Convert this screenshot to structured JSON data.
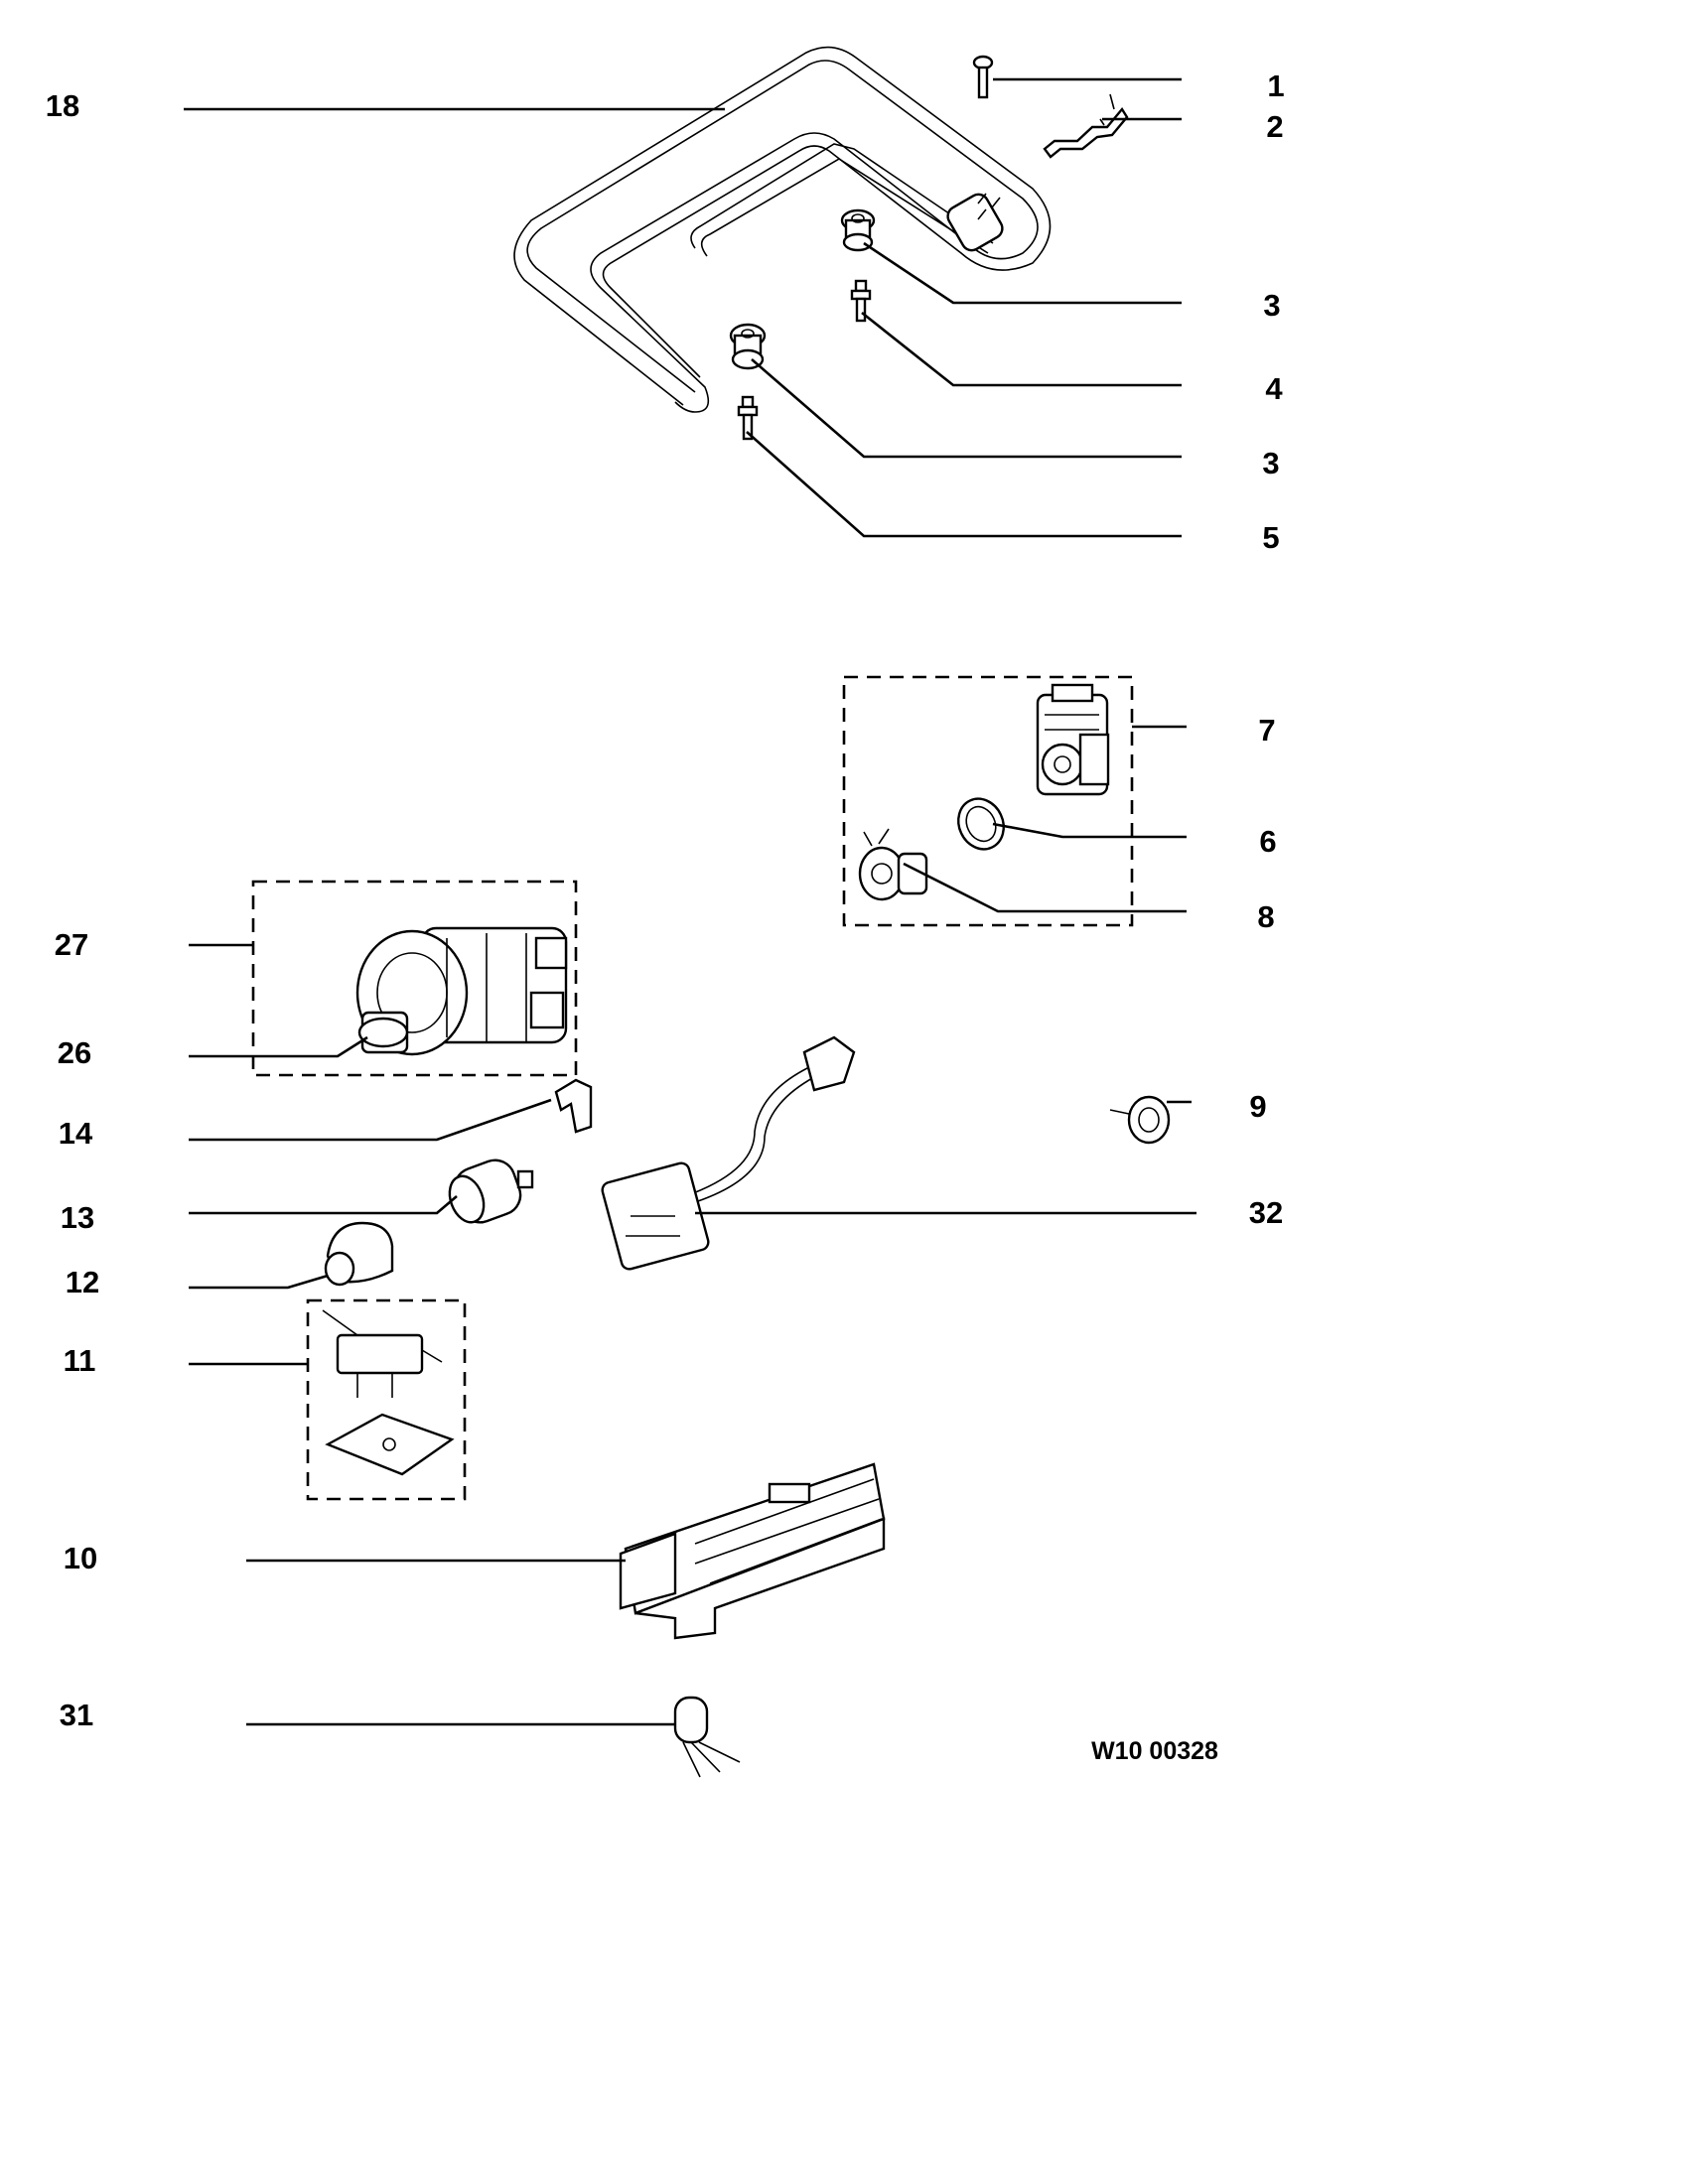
{
  "diagram_code": "W10 00328",
  "callouts": {
    "c1": "1",
    "c2": "2",
    "c3a": "3",
    "c4": "4",
    "c3b": "3",
    "c5": "5",
    "c18": "18",
    "c7": "7",
    "c6": "6",
    "c8": "8",
    "c27": "27",
    "c26": "26",
    "c9": "9",
    "c14": "14",
    "c13": "13",
    "c32": "32",
    "c12": "12",
    "c11": "11",
    "c10": "10",
    "c31": "31"
  },
  "parts": {
    "p1": "screw",
    "p2": "clip",
    "p3": "grommet",
    "p4": "bolt",
    "p5": "bolt",
    "p18": "heating-element",
    "p7": "drain-pump",
    "p6": "o-ring",
    "p8": "thermostat",
    "p27": "circulation-pump-assembly",
    "p26": "pump-outlet",
    "p9": "bushing",
    "p14": "holder",
    "p13": "motor",
    "p32": "cable-with-plug",
    "p12": "cap",
    "p11": "switch-assembly",
    "p10": "terminal-block",
    "p31": "capacitor"
  }
}
